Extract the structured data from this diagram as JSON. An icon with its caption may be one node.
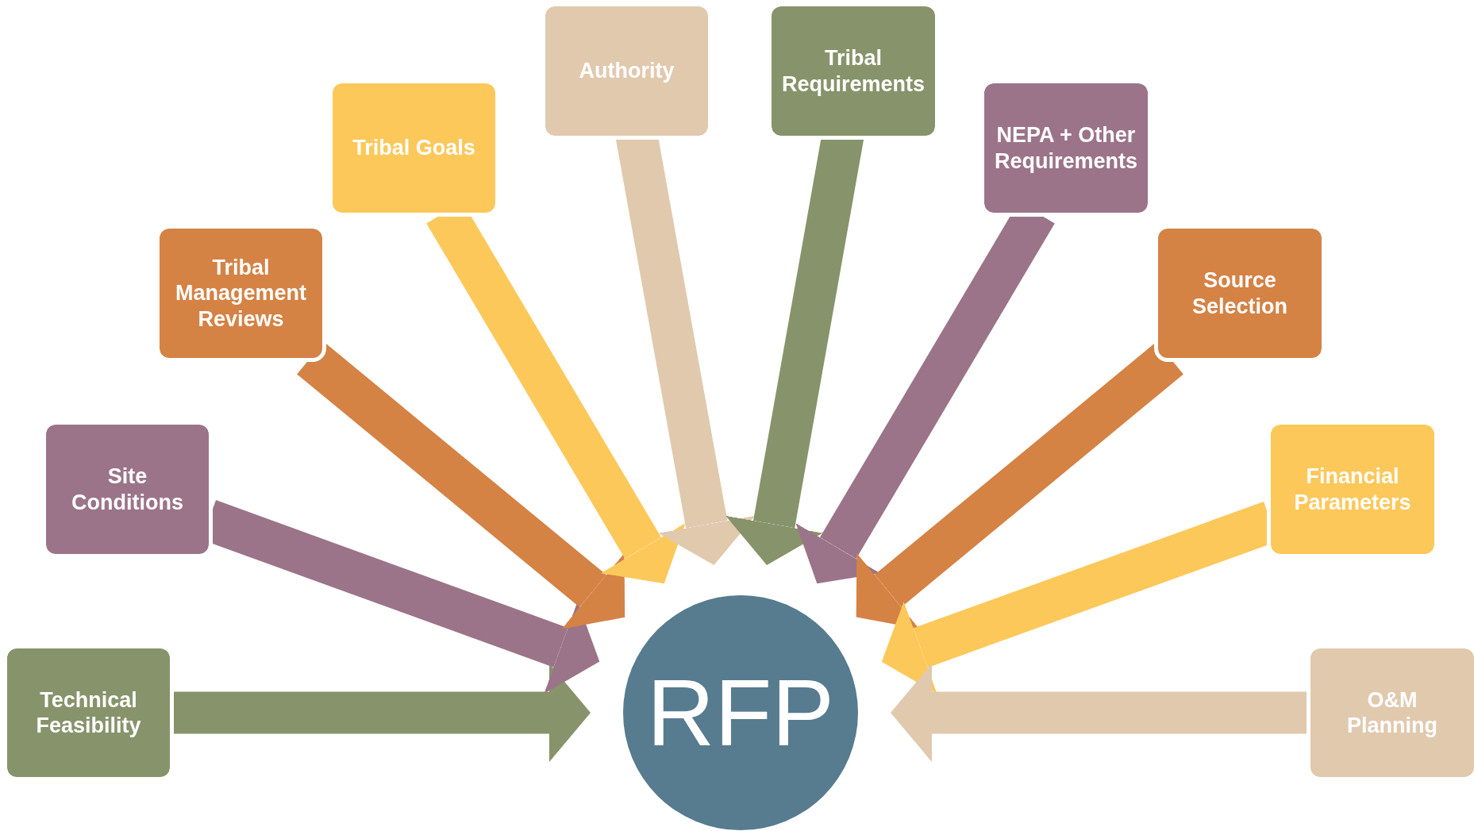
{
  "diagram": {
    "nodes": [
      {
        "text": [
          "Technical Feasibility"
        ]
      },
      {
        "text": [
          "Site Conditions"
        ]
      },
      {
        "text": [
          "Tribal Management Reviews"
        ]
      },
      {
        "text": [
          "Tribal Goals"
        ]
      },
      {
        "text": [
          "Authority"
        ]
      },
      {
        "text": [
          "Tribal Requirements"
        ]
      },
      {
        "text": [
          "NEPA + Other Requirements"
        ]
      },
      {
        "text": [
          "Source Selection"
        ]
      },
      {
        "text": [
          "Financial Parameters"
        ]
      },
      {
        "text": [
          "O&M Planning"
        ]
      },
      {
        "text": [
          "RFP"
        ]
      }
    ],
    "edges": [
      {
        "from": 0,
        "to": 10,
        "arrow": "to",
        "color": "#87936a"
      },
      {
        "from": 1,
        "to": 10,
        "arrow": "to",
        "color": "#9b7489"
      },
      {
        "from": 2,
        "to": 10,
        "arrow": "to",
        "color": "#d58245"
      },
      {
        "from": 3,
        "to": 10,
        "arrow": "to",
        "color": "#fdc85a"
      },
      {
        "from": 4,
        "to": 10,
        "arrow": "to",
        "color": "#e1c9ae"
      },
      {
        "from": 5,
        "to": 10,
        "arrow": "to",
        "color": "#87936a"
      },
      {
        "from": 6,
        "to": 10,
        "arrow": "to",
        "color": "#9b7489"
      },
      {
        "from": 7,
        "to": 10,
        "arrow": "to",
        "color": "#d58245"
      },
      {
        "from": 8,
        "to": 10,
        "arrow": "to",
        "color": "#fdc85a"
      },
      {
        "from": 9,
        "to": 10,
        "arrow": "to",
        "color": "#e1c9ae"
      }
    ]
  }
}
